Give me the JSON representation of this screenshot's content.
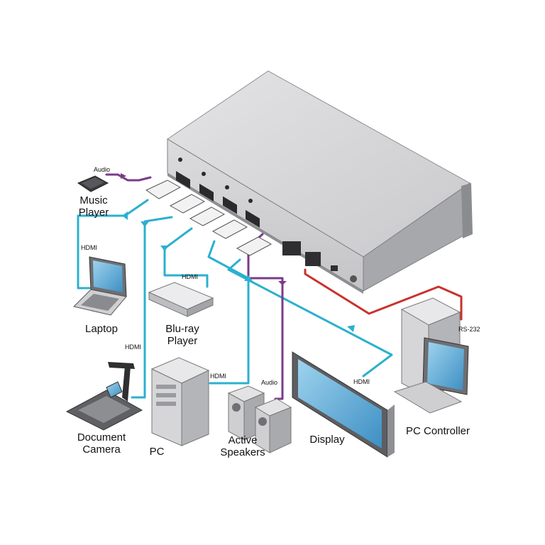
{
  "colors": {
    "hdmi": "#2bb0cf",
    "audio": "#7b3a8a",
    "rs232": "#c8322d",
    "chassis": "#d5d5d7",
    "chassis_dark": "#9ea0a5",
    "background": "#ffffff"
  },
  "devices": {
    "music_player": "Music\nPlayer",
    "laptop": "Laptop",
    "bluray": "Blu-ray\nPlayer",
    "document_camera": "Document\nCamera",
    "pc": "PC",
    "speakers": "Active\nSpeakers",
    "display": "Display",
    "pc_controller": "PC Controller"
  },
  "cable_labels": {
    "audio_in": "Audio",
    "hdmi_laptop": "HDMI",
    "hdmi_bluray": "HDMI",
    "hdmi_doccam": "HDMI",
    "hdmi_pc": "HDMI",
    "audio_out": "Audio",
    "hdmi_display": "HDMI",
    "rs232": "RS-232"
  },
  "icons": [
    "music-player-icon",
    "laptop-icon",
    "bluray-player-icon",
    "document-camera-icon",
    "pc-tower-icon",
    "speakers-icon",
    "display-icon",
    "pc-controller-icon",
    "switcher-unit"
  ]
}
